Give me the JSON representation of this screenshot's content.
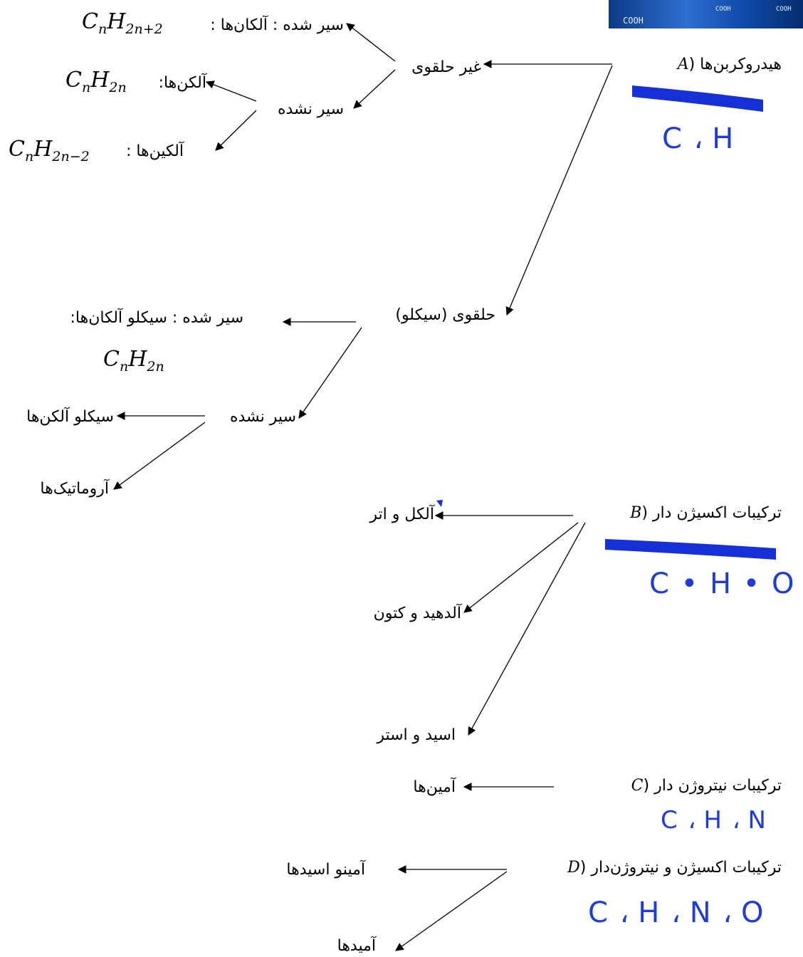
{
  "corner_image": {
    "text1": "COOH",
    "text2": "COOH",
    "text3": "COOH"
  },
  "section_a": {
    "title": "هیدروکربن‌ها",
    "letter": "A",
    "handwritten": "C ، H",
    "non_cyclic": "غیر حلقوی",
    "saturated": "سیر شده : آلکان‌ها :",
    "alkane_formula": {
      "base": "C",
      "sub1": "n",
      "base2": "H",
      "sub2": "2n+2"
    },
    "unsaturated": "سیر نشده",
    "alkenes": "آلکن‌ها:",
    "alkene_formula": {
      "base": "C",
      "sub1": "n",
      "base2": "H",
      "sub2": "2n"
    },
    "alkynes": "آلکین‌ها :",
    "alkyne_formula": {
      "base": "C",
      "sub1": "n",
      "base2": "H",
      "sub2": "2n−2"
    },
    "cyclic": "حلقوی (سیکلو)",
    "cyclo_saturated": "سیر شده : سیکلو آلکان‌ها:",
    "cycloalkane_formula": {
      "base": "C",
      "sub1": "n",
      "base2": "H",
      "sub2": "2n"
    },
    "cyclo_unsaturated": "سیر نشده",
    "cycloalkenes": "سیکلو آلکن‌ها",
    "aromatics": "آروماتیک‌ها"
  },
  "section_b": {
    "letter": "B",
    "title": "ترکیبات اکسیژن دار",
    "handwritten": "C • H • O",
    "item1": "آلکل و اتر",
    "item2": "آلدهید و کتون",
    "item3": "اسید و استر"
  },
  "section_c": {
    "letter": "C",
    "title": "ترکیبات نیتروژن دار",
    "handwritten": "C ، H ، N",
    "item1": "آمین‌ها"
  },
  "section_d": {
    "letter": "D",
    "title": "ترکیبات اکسیژن و نیتروژن‌دار",
    "handwritten": "C ، H ، N ، O",
    "item1": "آمینو اسیدها",
    "item2": "آمیدها"
  },
  "colors": {
    "ink": "#000000",
    "highlight": "#1430d6",
    "handwriting": "#1f3bd8"
  }
}
